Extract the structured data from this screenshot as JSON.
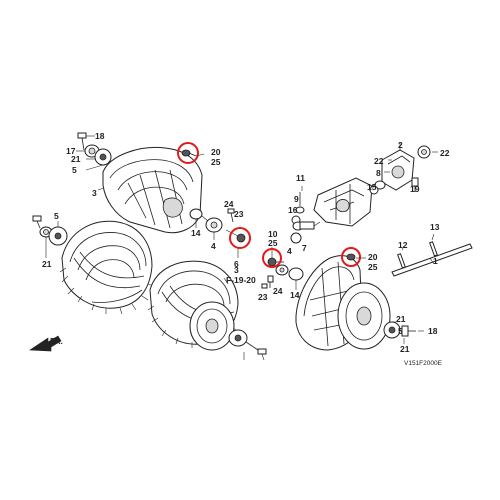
{
  "diagram": {
    "part_labels": [
      {
        "id": "l18a",
        "text": "18"
      },
      {
        "id": "l17",
        "text": "17"
      },
      {
        "id": "l21a",
        "text": "21"
      },
      {
        "id": "l5a",
        "text": "5"
      },
      {
        "id": "l20a",
        "text": "20"
      },
      {
        "id": "l25a",
        "text": "25"
      },
      {
        "id": "l3",
        "text": "3"
      },
      {
        "id": "l5b",
        "text": "5"
      },
      {
        "id": "l21b",
        "text": "21"
      },
      {
        "id": "l24a",
        "text": "24"
      },
      {
        "id": "l23",
        "text": "23"
      },
      {
        "id": "l14a",
        "text": "14"
      },
      {
        "id": "l4a",
        "text": "4"
      },
      {
        "id": "l6",
        "text": "6"
      },
      {
        "id": "l25b",
        "text": "25"
      },
      {
        "id": "l11",
        "text": "11"
      },
      {
        "id": "l9",
        "text": "9"
      },
      {
        "id": "l16",
        "text": "16"
      },
      {
        "id": "l7",
        "text": "7"
      },
      {
        "id": "l10",
        "text": "10"
      },
      {
        "id": "l25c",
        "text": "25"
      },
      {
        "id": "l4b",
        "text": "4"
      },
      {
        "id": "l24b",
        "text": "24"
      },
      {
        "id": "l23b",
        "text": "23"
      },
      {
        "id": "l14b",
        "text": "14"
      },
      {
        "id": "l2",
        "text": "2"
      },
      {
        "id": "l22a",
        "text": "22"
      },
      {
        "id": "l22b",
        "text": "22"
      },
      {
        "id": "l8",
        "text": "8"
      },
      {
        "id": "l15",
        "text": "15"
      },
      {
        "id": "l19",
        "text": "19"
      },
      {
        "id": "l13",
        "text": "13"
      },
      {
        "id": "l12",
        "text": "12"
      },
      {
        "id": "l1",
        "text": "1"
      },
      {
        "id": "l20b",
        "text": "20"
      },
      {
        "id": "l25d",
        "text": "25"
      },
      {
        "id": "l21c",
        "text": "21"
      },
      {
        "id": "l5c",
        "text": "5"
      },
      {
        "id": "l18b",
        "text": "18"
      },
      {
        "id": "l21d",
        "text": "21"
      }
    ],
    "reference_label": "F-19-20",
    "direction_label": "FR.",
    "drawing_code": "V151F2000E",
    "highlight_color": "#e21a1a"
  }
}
